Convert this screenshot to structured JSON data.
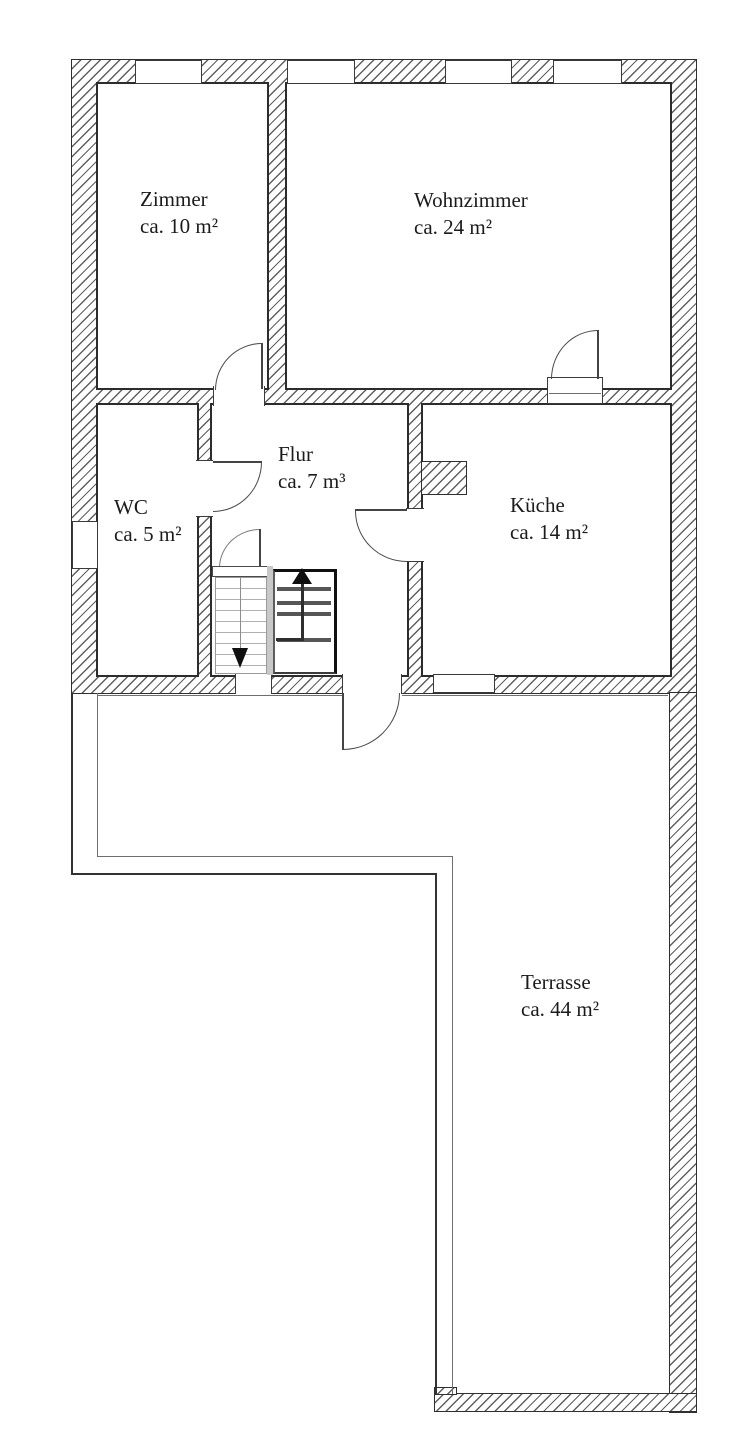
{
  "plan": {
    "rooms": [
      {
        "key": "zimmer",
        "name": "Zimmer",
        "area": "ca. 10 m²"
      },
      {
        "key": "wohnzimmer",
        "name": "Wohnzimmer",
        "area": "ca. 24 m²"
      },
      {
        "key": "wc",
        "name": "WC",
        "area": "ca. 5 m²"
      },
      {
        "key": "flur",
        "name": "Flur",
        "area": "ca. 7 m³"
      },
      {
        "key": "kueche",
        "name": "Küche",
        "area": "ca. 14 m²"
      },
      {
        "key": "terrasse",
        "name": "Terrasse",
        "area": "ca. 44 m²"
      }
    ]
  }
}
